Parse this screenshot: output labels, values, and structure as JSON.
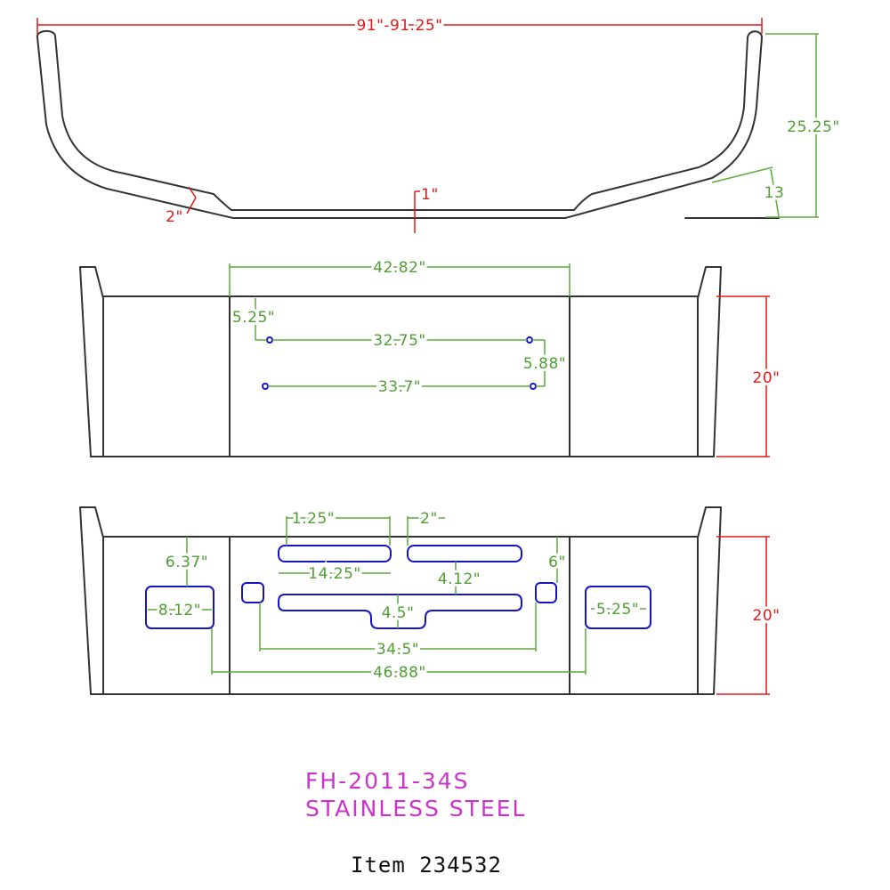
{
  "top_view": {
    "overall_width": "91\"-91.25\"",
    "height": "25.25\"",
    "angle": "13",
    "bend": "2\"",
    "center_drop": "1\""
  },
  "front_view_1": {
    "mount_span": "42.82\"",
    "hole_offset_top": "5.25\"",
    "upper_hole_spacing": "32.75\"",
    "row_spacing": "5.88\"",
    "lower_hole_spacing": "33.7\"",
    "height": "20\""
  },
  "front_view_2": {
    "slot_width_small": "1.25\"",
    "slot_gap": "2\"",
    "slot_length": "14.25\"",
    "side_cutout_offset": "6.37\"",
    "side_cutout_width": "8.12\"",
    "slot_row_offset": "4.12\"",
    "right_offset": "6\"",
    "notch_width": "4.5\"",
    "right_cutout_width": "5.25\"",
    "square_spacing": "34.5\"",
    "cutout_spacing": "46.88\"",
    "height": "20\""
  },
  "title_block": {
    "part_number": "FH-2011-34S",
    "material": "STAINLESS STEEL",
    "item": "Item 234532"
  }
}
